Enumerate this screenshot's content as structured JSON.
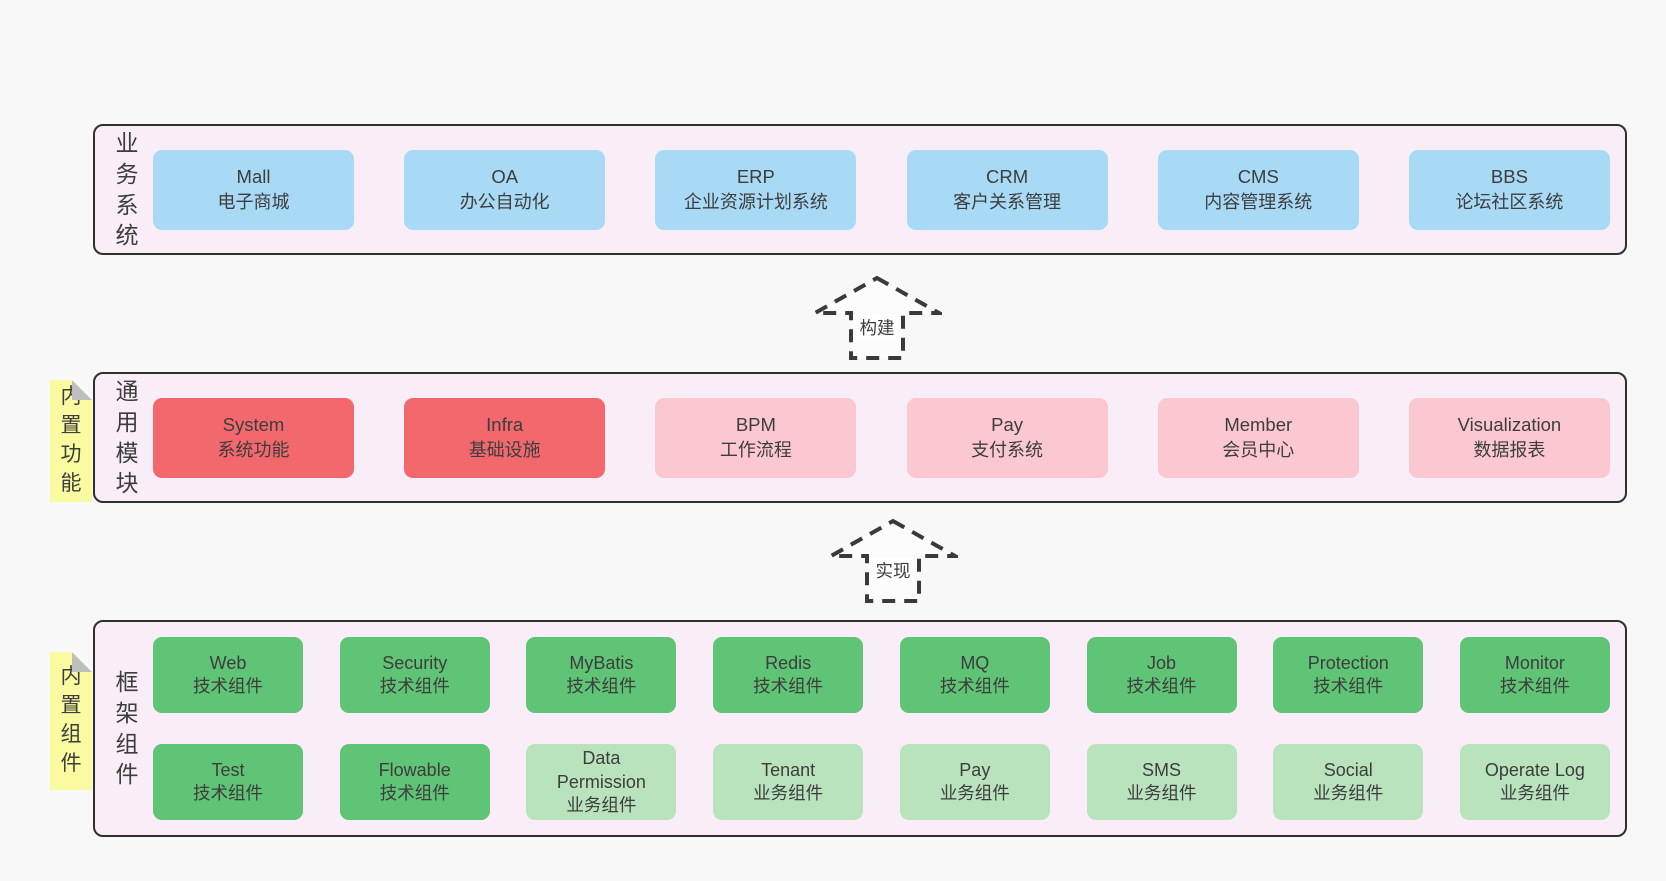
{
  "colors": {
    "page_bg": "#f8f8f8",
    "layer_bg": "#f9eef8",
    "layer_border": "#2f2f2f",
    "blue": "#a8daf6",
    "red": "#f2686d",
    "pink": "#fbc8d2",
    "green": "#5fc475",
    "lightgreen": "#b9e3bd",
    "yellow": "#fafaa0",
    "fold": "#bfbfbf",
    "text": "#3d3d3d",
    "dash": "#3a3a3a"
  },
  "layers": [
    {
      "label": "业\n务\n系\n统",
      "boxes": [
        {
          "name": "Mall",
          "subtitle": "电子商城",
          "variant": "blue"
        },
        {
          "name": "OA",
          "subtitle": "办公自动化",
          "variant": "blue"
        },
        {
          "name": "ERP",
          "subtitle": "企业资源计划系统",
          "variant": "blue"
        },
        {
          "name": "CRM",
          "subtitle": "客户关系管理",
          "variant": "blue"
        },
        {
          "name": "CMS",
          "subtitle": "内容管理系统",
          "variant": "blue"
        },
        {
          "name": "BBS",
          "subtitle": "论坛社区系统",
          "variant": "blue"
        }
      ]
    },
    {
      "label": "通\n用\n模\n块",
      "sticky": "内\n置\n功\n能",
      "boxes": [
        {
          "name": "System",
          "subtitle": "系统功能",
          "variant": "red"
        },
        {
          "name": "Infra",
          "subtitle": "基础设施",
          "variant": "red"
        },
        {
          "name": "BPM",
          "subtitle": "工作流程",
          "variant": "pink"
        },
        {
          "name": "Pay",
          "subtitle": "支付系统",
          "variant": "pink"
        },
        {
          "name": "Member",
          "subtitle": "会员中心",
          "variant": "pink"
        },
        {
          "name": "Visualization",
          "subtitle": "数据报表",
          "variant": "pink"
        }
      ]
    },
    {
      "label": "框\n架\n组\n件",
      "sticky": "内\n置\n组\n件",
      "rows": [
        [
          {
            "name": "Web",
            "subtitle": "技术组件",
            "variant": "green"
          },
          {
            "name": "Security",
            "subtitle": "技术组件",
            "variant": "green"
          },
          {
            "name": "MyBatis",
            "subtitle": "技术组件",
            "variant": "green"
          },
          {
            "name": "Redis",
            "subtitle": "技术组件",
            "variant": "green"
          },
          {
            "name": "MQ",
            "subtitle": "技术组件",
            "variant": "green"
          },
          {
            "name": "Job",
            "subtitle": "技术组件",
            "variant": "green"
          },
          {
            "name": "Protection",
            "subtitle": "技术组件",
            "variant": "green"
          },
          {
            "name": "Monitor",
            "subtitle": "技术组件",
            "variant": "green"
          }
        ],
        [
          {
            "name": "Test",
            "subtitle": "技术组件",
            "variant": "green"
          },
          {
            "name": "Flowable",
            "subtitle": "技术组件",
            "variant": "green"
          },
          {
            "name": "Data\nPermission",
            "subtitle": "业务组件",
            "variant": "lightgreen"
          },
          {
            "name": "Tenant",
            "subtitle": "业务组件",
            "variant": "lightgreen"
          },
          {
            "name": "Pay",
            "subtitle": "业务组件",
            "variant": "lightgreen"
          },
          {
            "name": "SMS",
            "subtitle": "业务组件",
            "variant": "lightgreen"
          },
          {
            "name": "Social",
            "subtitle": "业务组件",
            "variant": "lightgreen"
          },
          {
            "name": "Operate Log",
            "subtitle": "业务组件",
            "variant": "lightgreen"
          }
        ]
      ]
    }
  ],
  "arrows": [
    {
      "label": "构建"
    },
    {
      "label": "实现"
    }
  ]
}
